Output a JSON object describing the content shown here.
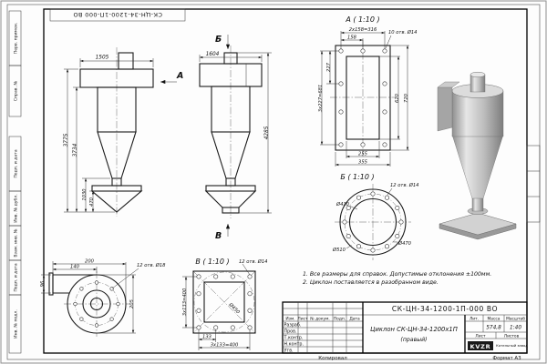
{
  "sheet": {
    "stamp_top": "СК-ЦН-34-1200-1П-000 ВО",
    "margin_labels": [
      "Перв. примен.",
      "Справ. №",
      "Подп. и дата",
      "Инв. № дубл.",
      "Взам. инв. №",
      "Подп. и дата",
      "Инв. № подл."
    ],
    "copy_label": "Копировал",
    "format_label": "Формат А3"
  },
  "notes": {
    "line1": "1. Все размеры для справок. Допустимые отклонения ±100мм.",
    "line2": "2. Циклон поставляется в разобранном виде."
  },
  "views": {
    "front": {
      "arrow": "А",
      "dim_width": "1505",
      "dim_height_outer": "3775",
      "dim_height_inner": "3734",
      "dim_bin": "1030",
      "dim_outlet": "470"
    },
    "side": {
      "arrow_top": "Б",
      "arrow_bottom": "В",
      "dim_width": "1604",
      "dim_height": "4285"
    },
    "section_a": {
      "title": "А ( 1:10 )",
      "holes": "10 отв. Ø14",
      "dim_top_total": "2x158=316",
      "dim_top_step": "158",
      "dim_left_step": "227",
      "dim_left_total": "3x227=681",
      "dim_right_inner": "620",
      "dim_right_outer": "720",
      "dim_bottom_inner": "255",
      "dim_bottom_outer": "355"
    },
    "flange_b": {
      "title": "Б ( 1:10 )",
      "holes": "12 отв. Ø14",
      "dia_inner": "Ø410",
      "dia_outer": "Ø510",
      "dia_bolt": "Ø470"
    },
    "flange_v": {
      "title": "В ( 1:10 )",
      "holes": "12 отв. Ø14",
      "dia_bolt": "Ø450",
      "dim_left": "3x133=400",
      "dim_step": "133",
      "dim_total": "3x133=400"
    },
    "volute": {
      "holes": "12 отв. Ø18",
      "dim_top": "200",
      "dim_top2": "140",
      "dim_left": "96",
      "dim_right": "205"
    }
  },
  "title_block": {
    "designation": "СК-ЦН-34-1200-1П-000 ВО",
    "name_line1": "Циклон СК-ЦН-34-1200х1П",
    "name_line2": "(правый)",
    "mass_value": "574,8",
    "scale_value": "1:40",
    "col_izm": "Изм.",
    "col_list": "Лист",
    "col_doc": "№ докум.",
    "col_podp": "Подп.",
    "col_data": "Дата",
    "row_razrab": "Разраб.",
    "row_prov": "Пров.",
    "row_tkontr": "Т.контр.",
    "row_nkontr": "Н.контр.",
    "row_utv": "Утв.",
    "hdr_lit": "Лит.",
    "hdr_mass": "Масса",
    "hdr_scale": "Масштаб",
    "hdr_sheet": "Лист",
    "hdr_sheets": "Листов",
    "logo": "KVZR",
    "company": "Котельный завод"
  }
}
